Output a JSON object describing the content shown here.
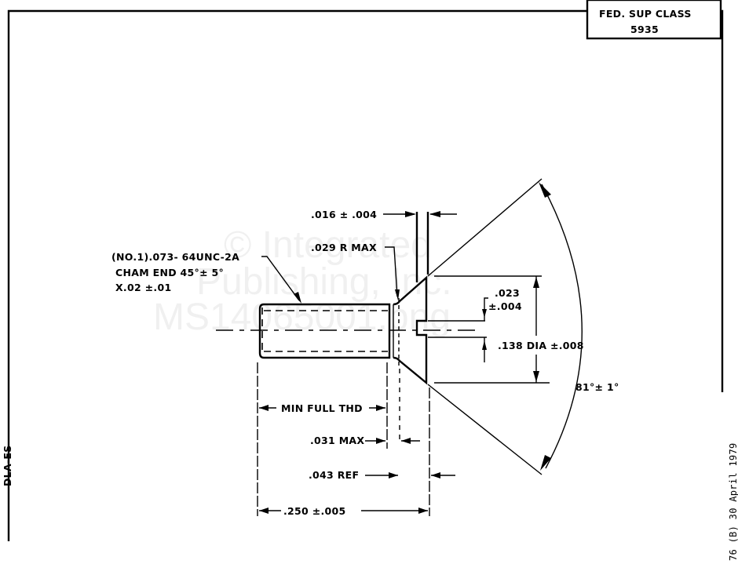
{
  "title_block": {
    "label": "FED. SUP CLASS",
    "value": "5935"
  },
  "side_labels": {
    "left": "DLA-ES",
    "right": "76 (B) 30 April 1979"
  },
  "watermark": {
    "line1": "© Integrated",
    "line2": "Publishing, Inc.",
    "line3": "MS14065001.png"
  },
  "callouts": {
    "thread_line1": "(NO.1).073- 64UNC-2A",
    "thread_line2": "CHAM END 45°± 5°",
    "thread_line3": "X.02 ±.01",
    "head_height": ".016 ± .004",
    "fillet_radius": ".029 R MAX",
    "slot_depth_line1": ".023",
    "slot_depth_line2": "±.004",
    "head_dia": ".138 DIA ±.008",
    "head_angle": "81°± 1°",
    "min_full_thread": "MIN FULL THD",
    "underhead_max": ".031 MAX",
    "ref_length": ".043 REF",
    "overall_length": ".250 ±.005"
  },
  "colors": {
    "ink": "#000000",
    "paper": "#ffffff"
  }
}
